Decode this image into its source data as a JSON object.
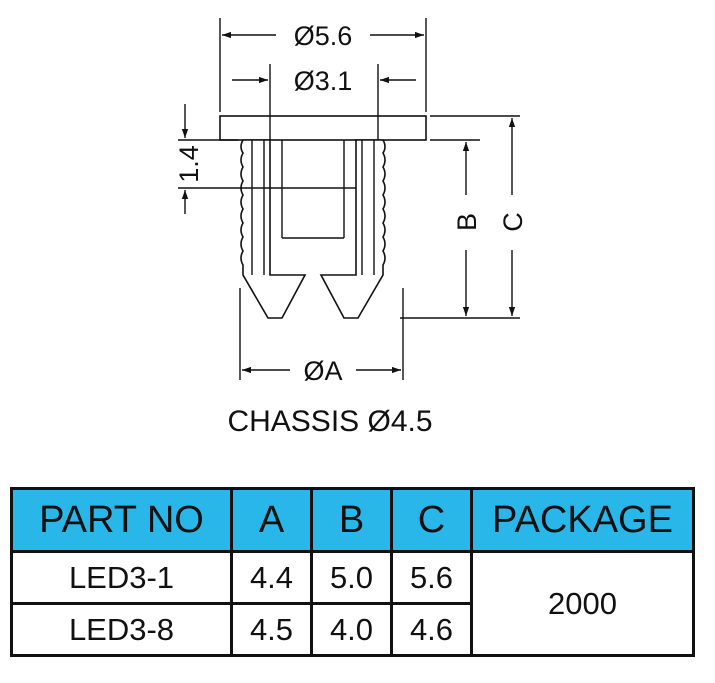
{
  "drawing": {
    "dim_outer_diameter": "Ø5.6",
    "dim_inner_diameter": "Ø3.1",
    "dim_flange_height": "1.4",
    "dim_b": "B",
    "dim_c": "C",
    "dim_a": "ØA",
    "chassis_note": "CHASSIS Ø4.5"
  },
  "table": {
    "headers": [
      "PART NO",
      "A",
      "B",
      "C",
      "PACKAGE"
    ],
    "rows": [
      {
        "part_no": "LED3-1",
        "a": "4.4",
        "b": "5.0",
        "c": "5.6"
      },
      {
        "part_no": "LED3-8",
        "a": "4.5",
        "b": "4.0",
        "c": "4.6"
      }
    ],
    "package": "2000",
    "header_color": "#29b6e8"
  }
}
